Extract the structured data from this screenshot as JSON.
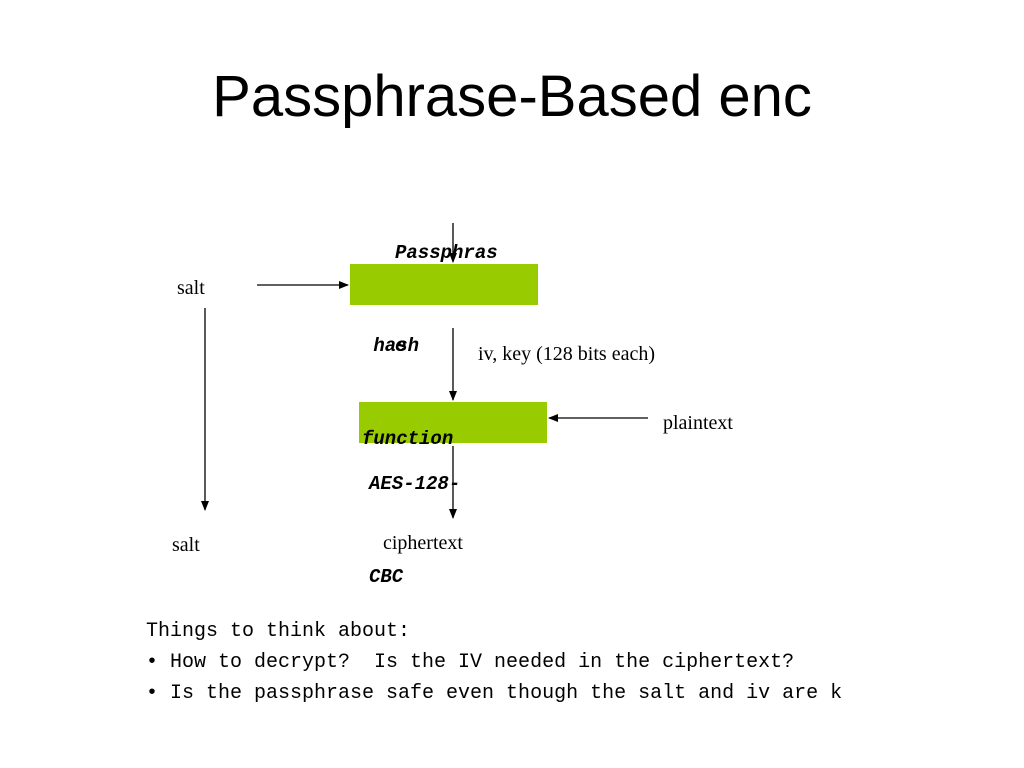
{
  "title": "Passphrase-Based enc",
  "diagram": {
    "passphrase_line1": "Passphras",
    "passphrase_line2": "e",
    "hash_line1": " hash",
    "hash_line2": "function",
    "aes_line1": "AES-128-",
    "aes_line2": "CBC",
    "salt_input": "salt",
    "salt_output": "salt",
    "iv_key": "iv, key (128 bits each)",
    "plaintext": "plaintext",
    "ciphertext": "ciphertext",
    "box_color": "#99cc00"
  },
  "notes": {
    "heading": "Things to think about:",
    "items": [
      "• How to decrypt?  Is the IV needed in the ciphertext?",
      "• Is the passphrase safe even though the salt and iv are k"
    ]
  }
}
